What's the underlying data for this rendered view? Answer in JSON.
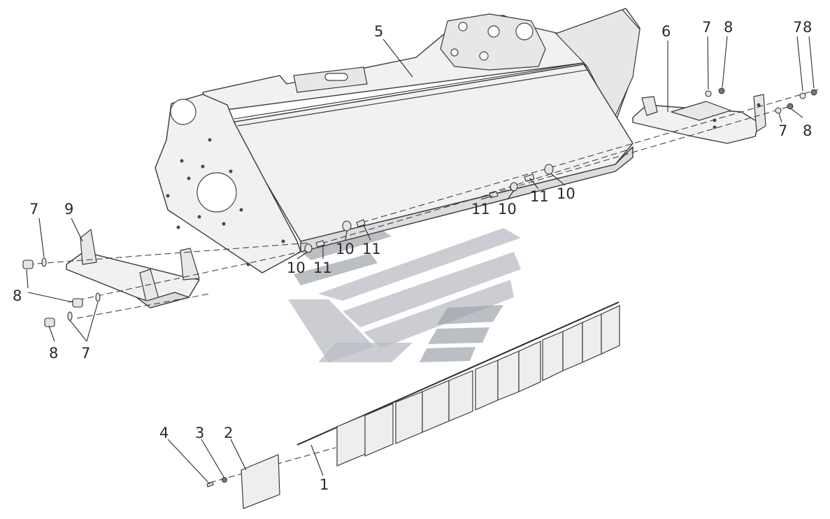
{
  "callouts": {
    "c1": "1",
    "c2": "2",
    "c3": "3",
    "c4": "4",
    "c5": "5",
    "c6": "6",
    "c7a": "7",
    "c7b": "7",
    "c7c": "7",
    "c7d": "7",
    "c7e": "7",
    "c8a": "8",
    "c8b": "8",
    "c8c": "8",
    "c8d": "8",
    "c8e": "8",
    "c9": "9",
    "c10a": "10",
    "c10b": "10",
    "c10c": "10",
    "c10d": "10",
    "c11a": "11",
    "c11b": "11",
    "c11c": "11",
    "c11d": "11"
  },
  "colors": {
    "line": "#2a2a2a",
    "part_fill": "#f1f1f1",
    "watermark": "#b9bcc3"
  }
}
